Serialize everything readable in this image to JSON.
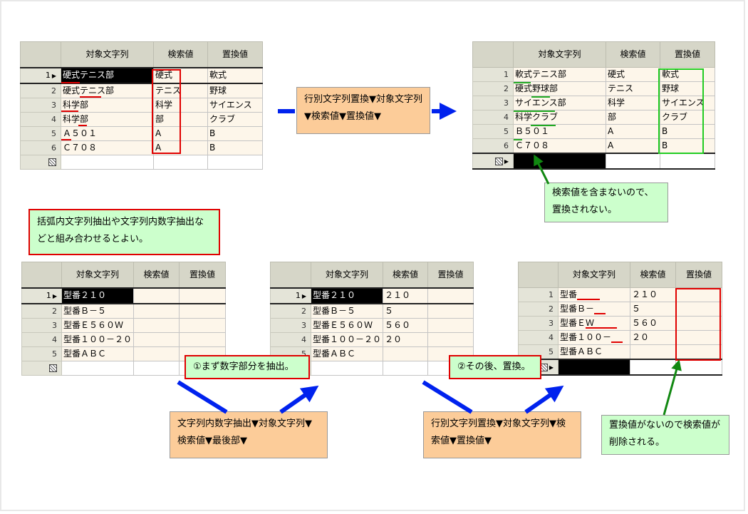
{
  "headers": {
    "target": "対象文字列",
    "search": "検索値",
    "replace": "置換値"
  },
  "tables": {
    "t1": {
      "rows": [
        {
          "n": "1",
          "target": "硬式テニス部",
          "search": "硬式",
          "replace": "軟式"
        },
        {
          "n": "2",
          "target": "硬式テニス部",
          "search": "テニス",
          "replace": "野球"
        },
        {
          "n": "3",
          "target": "科学部",
          "search": "科学",
          "replace": "サイエンス"
        },
        {
          "n": "4",
          "target": "科学部",
          "search": "部",
          "replace": "クラブ"
        },
        {
          "n": "5",
          "target": "Ａ５０１",
          "search": "A",
          "replace": "B"
        },
        {
          "n": "6",
          "target": "Ｃ７０８",
          "search": "A",
          "replace": "B"
        }
      ]
    },
    "t2": {
      "rows": [
        {
          "n": "1",
          "target": "軟式テニス部",
          "search": "硬式",
          "replace": "軟式"
        },
        {
          "n": "2",
          "target": "硬式野球部",
          "search": "テニス",
          "replace": "野球"
        },
        {
          "n": "3",
          "target": "サイエンス部",
          "search": "科学",
          "replace": "サイエンス"
        },
        {
          "n": "4",
          "target": "科学クラブ",
          "search": "部",
          "replace": "クラブ"
        },
        {
          "n": "5",
          "target": "Ｂ５０１",
          "search": "A",
          "replace": "B"
        },
        {
          "n": "6",
          "target": "Ｃ７０８",
          "search": "A",
          "replace": "B"
        }
      ]
    },
    "t3": {
      "rows": [
        {
          "n": "1",
          "target": "型番２１０",
          "search": "",
          "replace": ""
        },
        {
          "n": "2",
          "target": "型番Ｂ－５",
          "search": "",
          "replace": ""
        },
        {
          "n": "3",
          "target": "型番Ｅ５６０Ｗ",
          "search": "",
          "replace": ""
        },
        {
          "n": "4",
          "target": "型番１００－２０",
          "search": "",
          "replace": ""
        },
        {
          "n": "5",
          "target": "型番ＡＢＣ",
          "search": "",
          "replace": ""
        }
      ]
    },
    "t4": {
      "rows": [
        {
          "n": "1",
          "target": "型番２１０",
          "search": "２１０",
          "replace": ""
        },
        {
          "n": "2",
          "target": "型番Ｂ－５",
          "search": "５",
          "replace": ""
        },
        {
          "n": "3",
          "target": "型番Ｅ５６０Ｗ",
          "search": "５６０",
          "replace": ""
        },
        {
          "n": "4",
          "target": "型番１００－２０",
          "search": "２０",
          "replace": ""
        },
        {
          "n": "5",
          "target": "型番ＡＢＣ",
          "search": "",
          "replace": ""
        }
      ]
    },
    "t5": {
      "rows": [
        {
          "n": "1",
          "target": "型番",
          "search": "２１０",
          "replace": ""
        },
        {
          "n": "2",
          "target": "型番Ｂ－",
          "search": "５",
          "replace": ""
        },
        {
          "n": "3",
          "target": "型番ＥＷ",
          "search": "５６０",
          "replace": ""
        },
        {
          "n": "4",
          "target": "型番１００－",
          "search": "２０",
          "replace": ""
        },
        {
          "n": "5",
          "target": "型番ＡＢＣ",
          "search": "",
          "replace": ""
        }
      ]
    }
  },
  "notes": {
    "func_replace_top": "行別文字列置換▼対象文字列▼検索値▼置換値▼",
    "not_replaced": "検索値を含まないので、置換されない。",
    "combine_tip": "括弧内文字列抽出や文字列内数字抽出などと組み合わせるとよい。",
    "step1": "①まず数字部分を抽出。",
    "step2": "②その後、置換。",
    "func_extract": "文字列内数字抽出▼対象文字列▼検索値▼最後部▼",
    "func_replace_bottom": "行別文字列置換▼対象文字列▼検索値▼置換値▼",
    "deleted": "置換値がないので検索値が削除される。"
  },
  "colors": {
    "arrow_blue": "#0022ee",
    "arrow_green": "#118811",
    "highlight_red": "#e00000",
    "highlight_green": "#22cc22",
    "note_peach": "#fccc99",
    "note_green": "#ccffcc"
  }
}
